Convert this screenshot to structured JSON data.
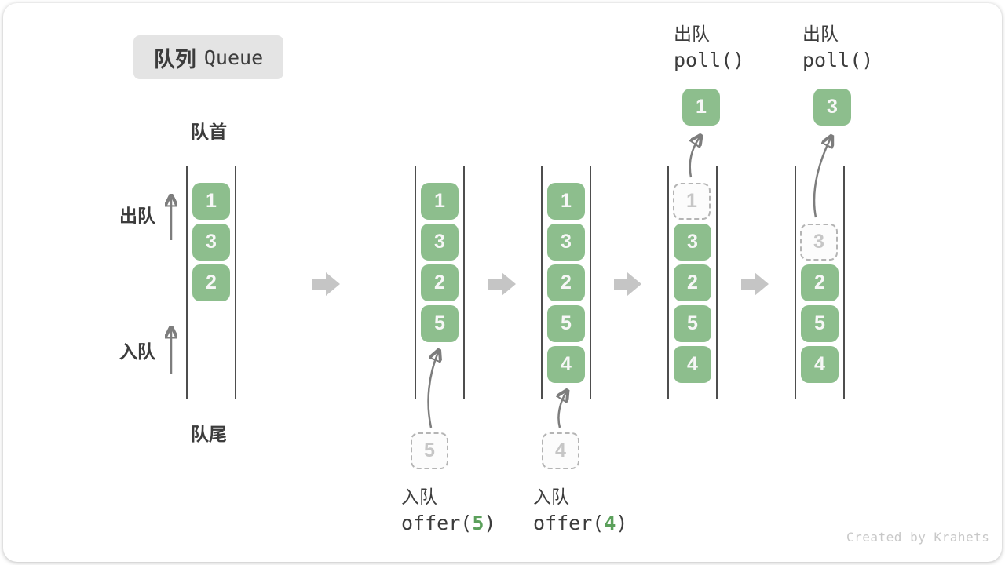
{
  "title": {
    "zh": "队列",
    "en": "Queue"
  },
  "labels": {
    "front": "队首",
    "rear": "队尾",
    "dequeue": "出队",
    "enqueue": "入队"
  },
  "colors": {
    "box_green": "#8dbe8d",
    "accent_green": "#5ba05b",
    "text_dark": "#3c3c3c",
    "wall_line": "#4e4e4e",
    "block_arrow_gray": "#c5c5c5",
    "flow_arrow_gray": "#7d7d7d",
    "ghost_border": "#b4b4b4",
    "ghost_text": "#c6c6c6",
    "badge_bg": "#e4e4e4",
    "watermark_gray": "#c8c8c8"
  },
  "queues": [
    {
      "slots": [
        [
          "1",
          "g"
        ],
        [
          "3",
          "g"
        ],
        [
          "2",
          "g"
        ]
      ]
    },
    {
      "slots": [
        [
          "1",
          "g"
        ],
        [
          "3",
          "g"
        ],
        [
          "2",
          "g"
        ],
        [
          "5",
          "g"
        ]
      ],
      "incoming": "5"
    },
    {
      "slots": [
        [
          "1",
          "g"
        ],
        [
          "3",
          "g"
        ],
        [
          "2",
          "g"
        ],
        [
          "5",
          "g"
        ],
        [
          "4",
          "g"
        ]
      ],
      "incoming": "4"
    },
    {
      "slots": [
        [
          "1",
          "d"
        ],
        [
          "3",
          "g"
        ],
        [
          "2",
          "g"
        ],
        [
          "5",
          "g"
        ],
        [
          "4",
          "g"
        ]
      ],
      "outgoing": "1",
      "op": {
        "zh": "出队",
        "code": "poll()"
      }
    },
    {
      "slots": [
        [
          "",
          "e"
        ],
        [
          "3",
          "d"
        ],
        [
          "2",
          "g"
        ],
        [
          "5",
          "g"
        ],
        [
          "4",
          "g"
        ]
      ],
      "outgoing": "3",
      "op": {
        "zh": "出队",
        "code": "poll()"
      }
    }
  ],
  "enqueue_ops": [
    {
      "zh": "入队",
      "code_before": "offer(",
      "arg": "5",
      "code_after": ")"
    },
    {
      "zh": "入队",
      "code_before": "offer(",
      "arg": "4",
      "code_after": ")"
    }
  ],
  "watermark": "Created by Krahets"
}
